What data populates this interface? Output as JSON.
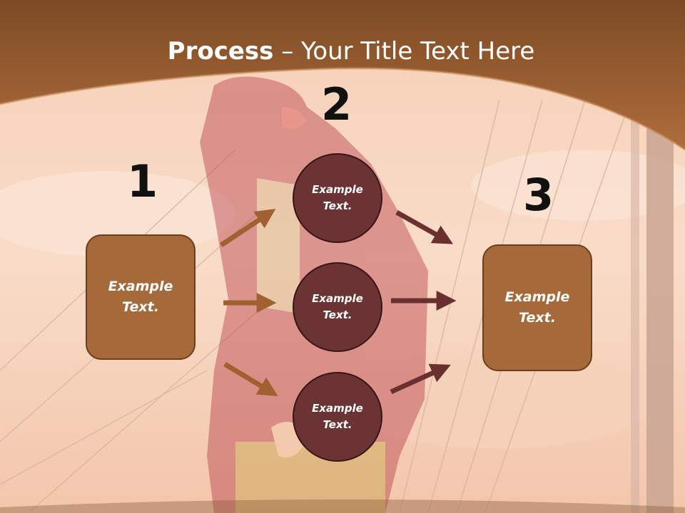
{
  "title": {
    "bold": "Process",
    "dash": " – ",
    "rest": "Your Title Text Here"
  },
  "steps": [
    {
      "number": "1"
    },
    {
      "number": "2"
    },
    {
      "number": "3"
    }
  ],
  "left_box": {
    "line1": "Example",
    "line2": "Text."
  },
  "right_box": {
    "line1": "Example",
    "line2": "Text."
  },
  "circles": [
    {
      "line1": "Example",
      "line2": "Text."
    },
    {
      "line1": "Example",
      "line2": "Text."
    },
    {
      "line1": "Example",
      "line2": "Text."
    }
  ],
  "colors": {
    "header": "#a0612f",
    "box_fill": "#a6693a",
    "circle_fill": "#6b3333",
    "arrow_left": "#a0602f",
    "arrow_right": "#6a2f2f",
    "number_color": "#111111"
  }
}
